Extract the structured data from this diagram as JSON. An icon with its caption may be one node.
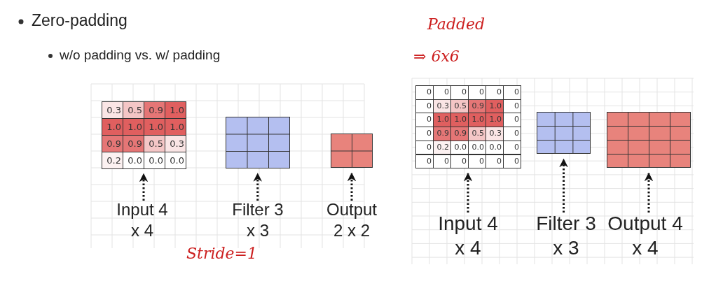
{
  "diagram": {
    "nodes": [
      {
        "text": [
          "0.3",
          "0.5",
          "0.9",
          "1.0",
          "1.0",
          "1.0",
          "1.0",
          "1.0",
          "0.9",
          "0.9",
          "0.5",
          "0.3",
          "0.2",
          "0.0",
          "0.0",
          "0.0"
        ]
      },
      {
        "text": [],
        "shape": "box"
      },
      {
        "text": [],
        "shape": "box"
      },
      {
        "text": [
          "Input 4 x 4"
        ]
      },
      {
        "text": [
          "Filter 3 x 3"
        ]
      },
      {
        "text": [
          "Output 2 x 2"
        ]
      },
      {
        "text": [
          "0",
          "0",
          "0",
          "0",
          "0",
          "0",
          "0",
          "0.3",
          "0.5",
          "0.9",
          "1.0",
          "0",
          "0",
          "1.0",
          "1.0",
          "1.0",
          "1.0",
          "0",
          "0",
          "0.9",
          "0.9",
          "0.5",
          "0.3",
          "0",
          "0",
          "0.2",
          "0.0",
          "0.0",
          "0.0",
          "0",
          "0",
          "0",
          "0",
          "0",
          "0",
          "0"
        ]
      },
      {
        "text": [],
        "shape": "box"
      },
      {
        "text": [],
        "shape": "box"
      },
      {
        "text": [
          "Input 4 x 4"
        ]
      },
      {
        "text": [
          "Filter 3 x 3"
        ]
      },
      {
        "text": [
          "Output 4 x 4"
        ]
      }
    ],
    "edges": [
      {
        "from": 3,
        "to": 0,
        "arrow": "to",
        "style": "dashed"
      },
      {
        "from": 4,
        "to": 1,
        "arrow": "to",
        "style": "dashed"
      },
      {
        "from": 5,
        "to": 2,
        "arrow": "to",
        "style": "dashed"
      },
      {
        "from": 9,
        "to": 6,
        "arrow": "to",
        "style": "dashed"
      },
      {
        "from": 10,
        "to": 7,
        "arrow": "to",
        "style": "dashed"
      },
      {
        "from": 11,
        "to": 8,
        "arrow": "to",
        "style": "dashed"
      }
    ],
    "labels": [
      "Zero-padding",
      "w/o padding vs. w/ padding",
      "Padded",
      "⇒ 6x6",
      "Stride=1"
    ]
  }
}
